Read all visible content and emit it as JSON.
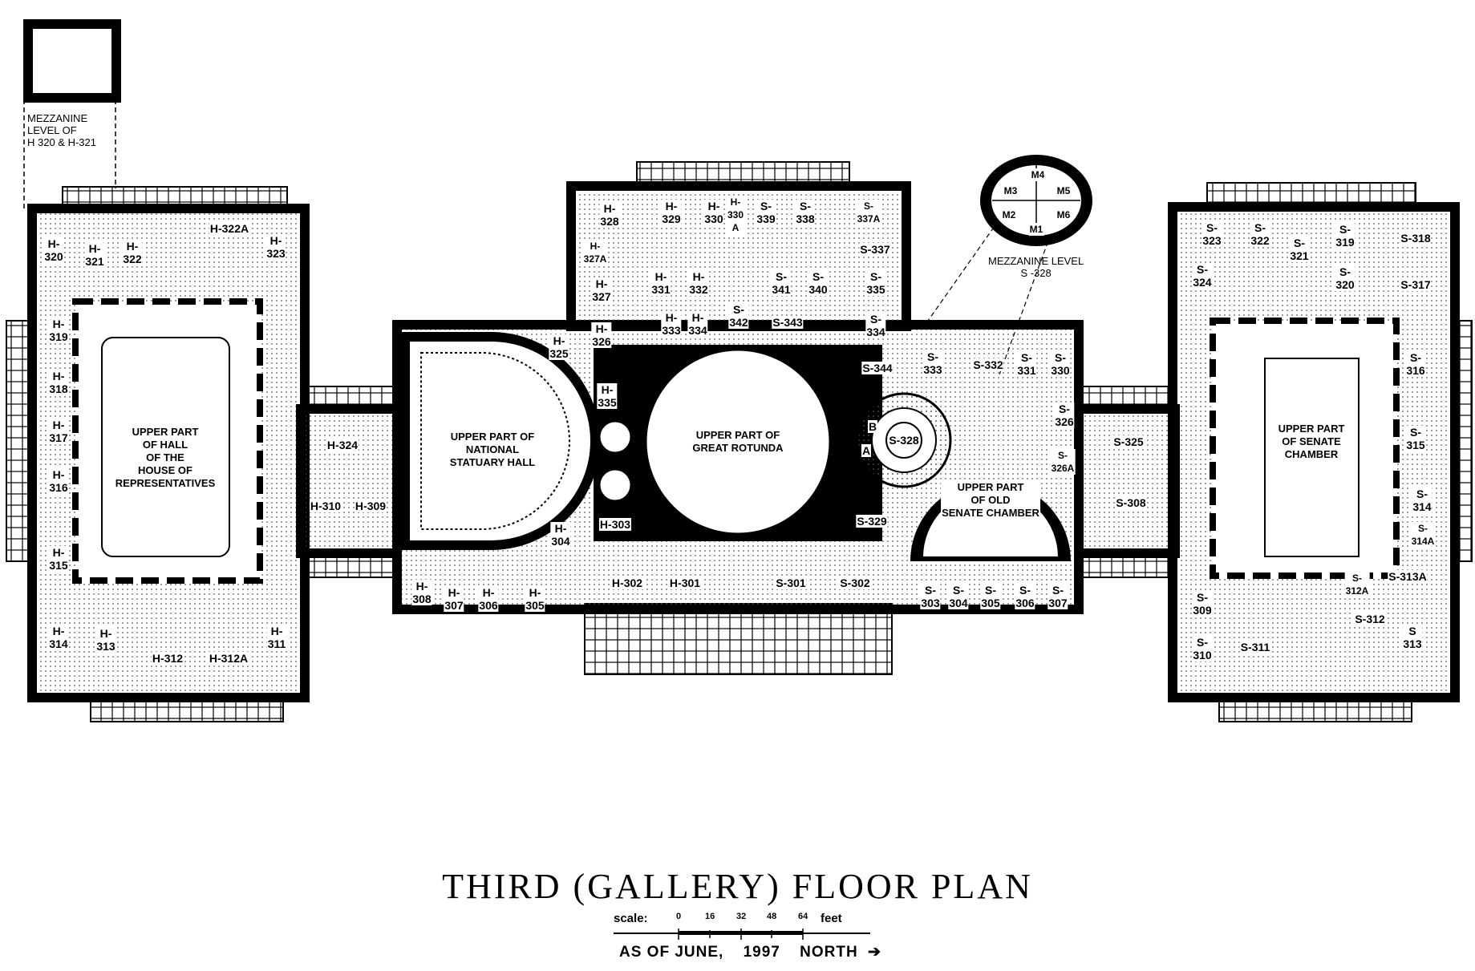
{
  "title": "THIRD (GALLERY) FLOOR PLAN",
  "scale": {
    "label": "scale:",
    "ticks": [
      "0",
      "16",
      "32",
      "48",
      "64"
    ],
    "unit": "feet"
  },
  "as_of": {
    "date_label": "AS OF JUNE,",
    "year": "1997",
    "north_label": "NORTH",
    "arrow": "➔"
  },
  "notes": {
    "house_mezzanine": "MEZZANINE\nLEVEL OF\nH 320 & H-321",
    "senate_mezzanine": "MEZZANINE LEVEL\nS -328"
  },
  "areas": {
    "house_hall": "UPPER PART\nOF HALL\nOF THE\nHOUSE OF\nREPRESENTATIVES",
    "statuary_hall": "UPPER PART OF\nNATIONAL\nSTATUARY HALL",
    "rotunda": "UPPER PART OF\nGREAT ROTUNDA",
    "old_senate": "UPPER PART\nOF OLD\nSENATE CHAMBER",
    "senate_chamber": "UPPER PART\nOF SENATE\nCHAMBER"
  },
  "mezzanine_rooms": [
    "M1",
    "M2",
    "M3",
    "M4",
    "M5",
    "M6"
  ],
  "rooms": [
    "H-\n320",
    "H-\n321",
    "H-\n322",
    "H-322A",
    "H-\n323",
    "H-\n319",
    "H-\n318",
    "H-\n317",
    "H-\n316",
    "H-\n315",
    "H-\n314",
    "H-\n313",
    "H-312",
    "H-312A",
    "H-\n311",
    "H-324",
    "H-310",
    "H-309",
    "H-\n325",
    "H-\n335",
    "H-303",
    "H-\n304",
    "H-\n328",
    "H-\n327A",
    "H-\n327",
    "H-\n326",
    "H-\n329",
    "H-\n330",
    "H-\n330\nA",
    "S-\n339",
    "S-\n338",
    "S-\n337A",
    "S-337",
    "H-\n331",
    "H-\n332",
    "S-\n341",
    "S-\n340",
    "S-\n335",
    "H-\n333",
    "H-\n334",
    "S-\n342",
    "S-343",
    "S-\n334",
    "S-344",
    "S-\n333",
    "S-332",
    "S-\n331",
    "S-\n330",
    "S-\n326",
    "S-\n326A",
    "S-325",
    "S-328",
    "A",
    "B",
    "S-329",
    "S-308",
    "H-\n308",
    "H-\n307",
    "H-\n306",
    "H-\n305",
    "H-302",
    "H-301",
    "S-301",
    "S-302",
    "S-\n303",
    "S-\n304",
    "S-\n305",
    "S-\n306",
    "S-\n307",
    "S-\n323",
    "S-\n322",
    "S-\n321",
    "S-\n319",
    "S-318",
    "S-\n324",
    "S-\n320",
    "S-317",
    "S-\n316",
    "S-\n315",
    "S-\n314",
    "S-\n314A",
    "S-313A",
    "S-\n309",
    "S-\n310",
    "S-311",
    "S-\n312A",
    "S-312",
    "S\n313"
  ]
}
